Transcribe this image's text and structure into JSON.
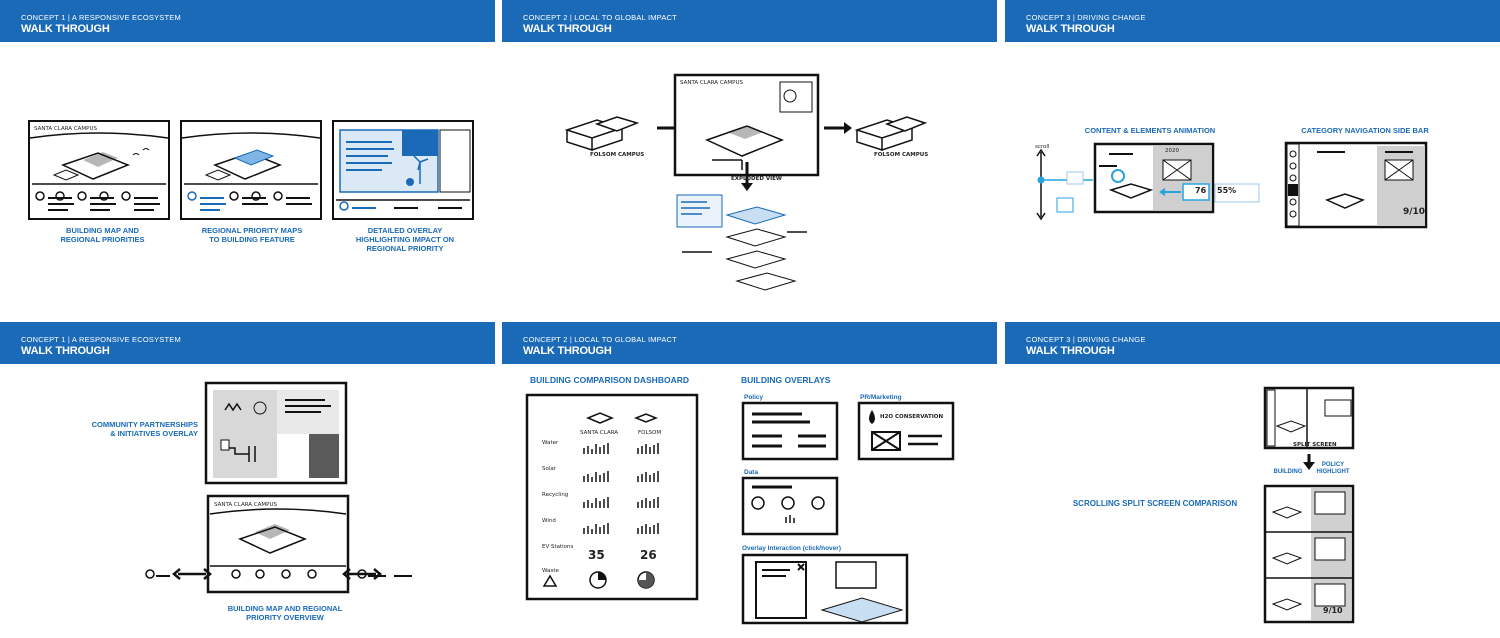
{
  "panels": [
    {
      "kicker": "CONCEPT 1 | A RESPONSIVE ECOSYSTEM",
      "title": "WALK THROUGH"
    },
    {
      "kicker": "CONCEPT 2 | LOCAL TO GLOBAL IMPACT",
      "title": "WALK THROUGH"
    },
    {
      "kicker": "CONCEPT 3 | DRIVING CHANGE",
      "title": "WALK THROUGH"
    },
    {
      "kicker": "CONCEPT 1 | A RESPONSIVE ECOSYSTEM",
      "title": "WALK THROUGH"
    },
    {
      "kicker": "CONCEPT 2 | LOCAL TO GLOBAL IMPACT",
      "title": "WALK THROUGH"
    },
    {
      "kicker": "CONCEPT 3 | DRIVING CHANGE",
      "title": "WALK THROUGH"
    }
  ],
  "p1": {
    "campus": "SANTA CLARA CAMPUS",
    "captions": [
      "BUILDING MAP AND REGIONAL PRIORITIES",
      "REGIONAL PRIORITY MAPS TO BUILDING FEATURE",
      "DETAILED OVERLAY HIGHLIGHTING IMPACT ON REGIONAL PRIORITY"
    ]
  },
  "p2": {
    "campus": "SANTA CLARA CAMPUS",
    "left": "FOLSOM CAMPUS",
    "right": "FOLSOM CAMPUS",
    "exploded": "EXPLODED VIEW"
  },
  "p3": {
    "animation": "CONTENT & ELEMENTS ANIMATION",
    "sidebar": "CATEGORY NAVIGATION SIDE BAR",
    "scroll": "scroll",
    "year": "2020",
    "pct1": "76",
    "pct2": "55%",
    "score": "9/10"
  },
  "p4": {
    "community": "COMMUNITY PARTNERSHIPS & INITIATIVES OVERLAY",
    "overview": "BUILDING MAP AND REGIONAL PRIORITY OVERVIEW",
    "campus": "SANTA CLARA CAMPUS"
  },
  "p5": {
    "dashboard": "BUILDING COMPARISON DASHBOARD",
    "overlays": "BUILDING OVERLAYS",
    "col1": "SANTA CLARA",
    "col2": "FOLSOM",
    "rows": [
      "Water",
      "Solar",
      "Recycling",
      "Wind",
      "EV Stations",
      "Waste"
    ],
    "ev_values": [
      "35",
      "26"
    ],
    "policy": "Policy",
    "pr": "PR/Marketing",
    "h2o": "H2O CONSERVATION",
    "data": "Data",
    "interaction": "Overlay Interaction (click/hover)"
  },
  "p6": {
    "scroll": "SCROLLING SPLIT SCREEN COMPARISON",
    "split": "SPLIT SCREEN",
    "building": "BUILDING",
    "policy": "POLICY HIGHLIGHT",
    "score": "9/10"
  }
}
